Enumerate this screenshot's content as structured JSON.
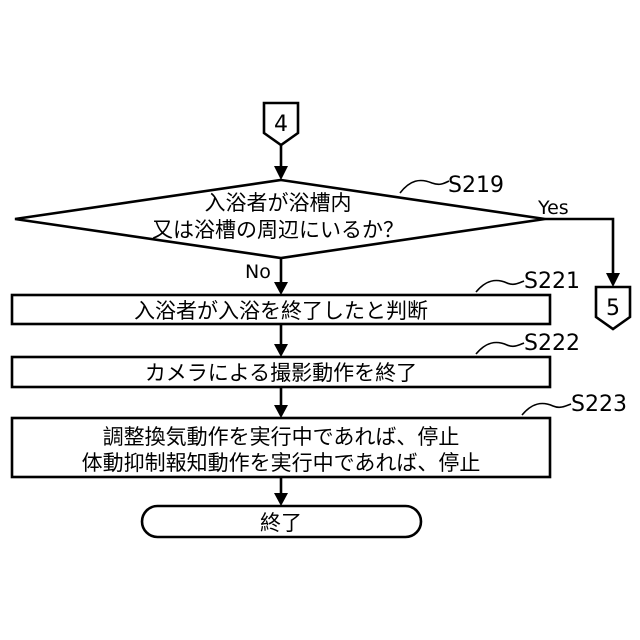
{
  "connectors": {
    "entry": "4",
    "exit": "5"
  },
  "decision": {
    "id": "S219",
    "line1": "入浴者が浴槽内",
    "line2": "又は浴槽の周辺にいるか？",
    "yes_label": "Yes",
    "no_label": "No"
  },
  "steps": [
    {
      "id": "S221",
      "text": "入浴者が入浴を終了したと判断"
    },
    {
      "id": "S222",
      "text": "カメラによる撮影動作を終了"
    },
    {
      "id": "S223",
      "line1": "調整換気動作を実行中であれば、停止",
      "line2": "体動抑制報知動作を実行中であれば、停止"
    }
  ],
  "terminal": {
    "text": "終了"
  }
}
